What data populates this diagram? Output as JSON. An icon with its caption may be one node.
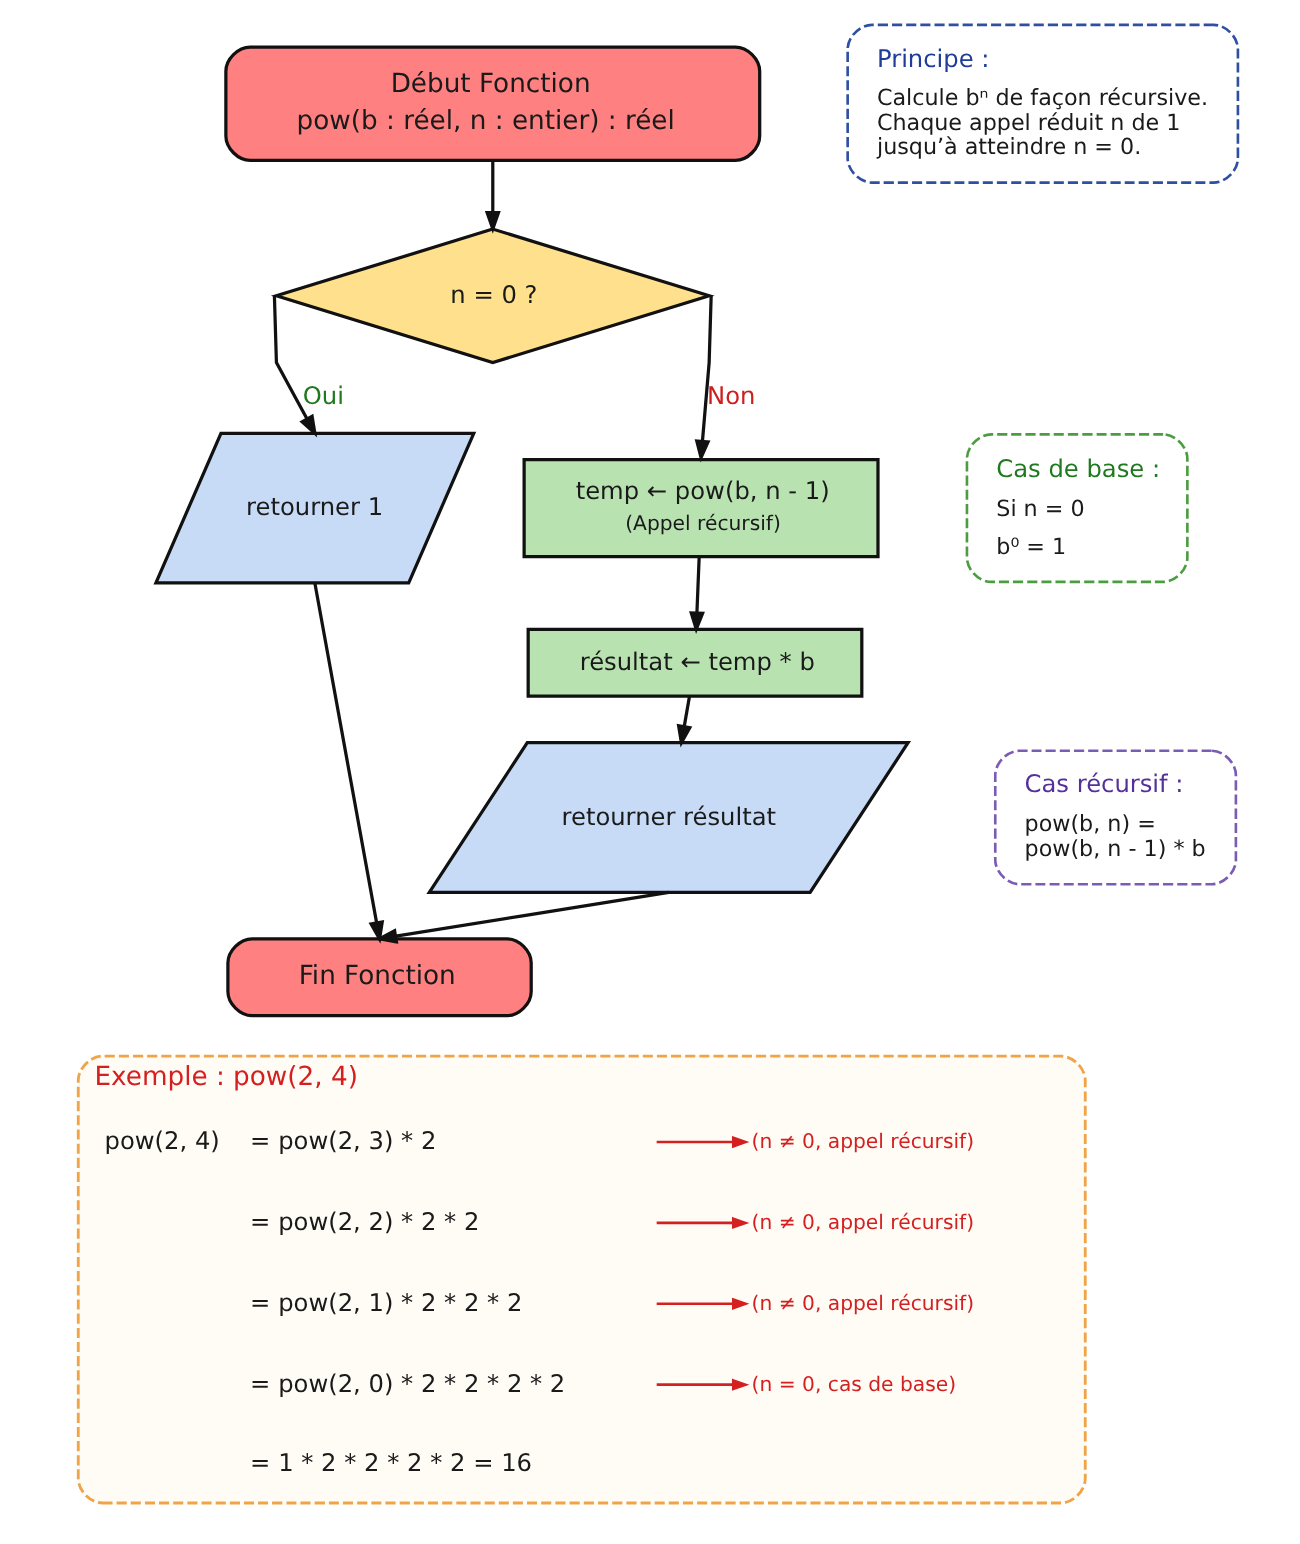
{
  "diagram": {
    "nodes": [
      {
        "text": [
          "Début Fonction",
          "pow(b : réel, n : entier) : réel"
        ]
      },
      {
        "text": [
          "n = 0 ?"
        ]
      },
      {
        "text": [
          "retourner 1"
        ]
      },
      {
        "text": [
          "temp ← pow(b, n - 1)",
          "(Appel récursif)"
        ]
      },
      {
        "text": [
          "résultat ← temp * b"
        ]
      },
      {
        "text": [
          "retourner résultat"
        ]
      },
      {
        "text": [
          "Fin Fonction"
        ]
      },
      {
        "text": [
          "Principe :",
          "Calcule bⁿ de façon récursive. Chaque appel réduit n de 1 jusqu’à atteindre n = 0."
        ]
      },
      {
        "text": [
          "Cas de base :",
          "Si n = 0",
          "b⁰ = 1"
        ]
      },
      {
        "text": [
          "Cas récursif :",
          "pow(b, n) = pow(b, n - 1) * b"
        ]
      },
      {
        "text": [
          "Exemple : pow(2, 4)"
        ]
      },
      {
        "text": [
          "pow(2, 4)",
          "= pow(2, 3) * 2"
        ],
        "in": 10
      },
      {
        "text": [
          "(n ≠ 0, appel récursif)"
        ],
        "in": 10
      },
      {
        "text": [
          "= pow(2, 2) * 2 * 2"
        ],
        "in": 10
      },
      {
        "text": [
          "(n ≠ 0, appel récursif)"
        ],
        "in": 10
      },
      {
        "text": [
          "= pow(2, 1) * 2 * 2 * 2"
        ],
        "in": 10
      },
      {
        "text": [
          "(n ≠ 0, appel récursif)"
        ],
        "in": 10
      },
      {
        "text": [
          "= pow(2, 0) * 2 * 2 * 2 * 2"
        ],
        "in": 10
      },
      {
        "text": [
          "(n = 0, cas de base)"
        ],
        "in": 10
      },
      {
        "text": [
          "= 1 * 2 * 2 * 2 * 2 = 16"
        ],
        "in": 10
      }
    ],
    "edges": [
      {
        "from": 0,
        "to": 1,
        "arrow": "to"
      },
      {
        "from": 1,
        "to": 2,
        "arrow": "to",
        "label": "Oui"
      },
      {
        "from": 1,
        "to": 3,
        "arrow": "to",
        "label": "Non"
      },
      {
        "from": 3,
        "to": 4,
        "arrow": "to"
      },
      {
        "from": 4,
        "to": 5,
        "arrow": "to"
      },
      {
        "from": 2,
        "to": 6,
        "arrow": "to"
      },
      {
        "from": 5,
        "to": 6,
        "arrow": "to"
      },
      {
        "from": 11,
        "to": 12,
        "arrow": "to",
        "color": "#d42020"
      },
      {
        "from": 13,
        "to": 14,
        "arrow": "to",
        "color": "#d42020"
      },
      {
        "from": 15,
        "to": 16,
        "arrow": "to",
        "color": "#d42020"
      },
      {
        "from": 17,
        "to": 18,
        "arrow": "to",
        "color": "#d42020"
      }
    ]
  }
}
